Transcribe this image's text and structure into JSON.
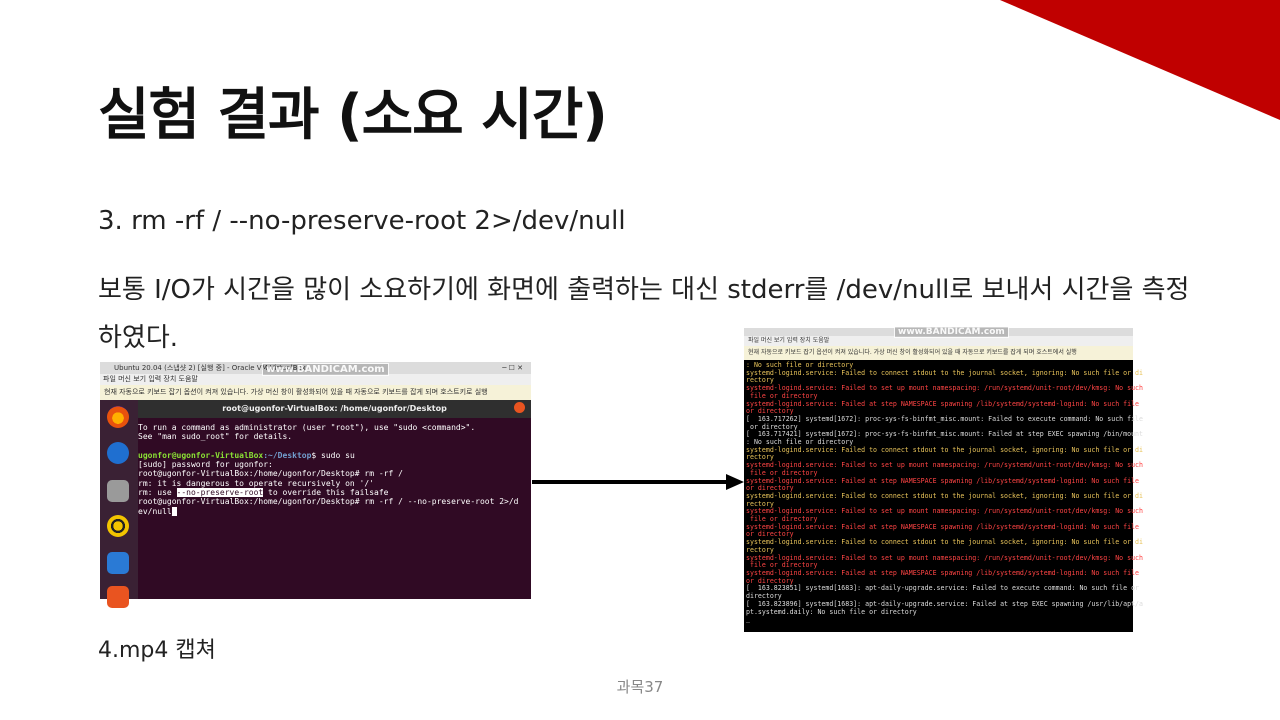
{
  "slide": {
    "title": "실험 결과 (소요 시간)",
    "command_line": "3. rm -rf / --no-preserve-root 2>/dev/null",
    "description": "보통 I/O가 시간을 많이 소요하기에 화면에 출력하는 대신 stderr를 /dev/null로 보내서 시간을 측정하였다.",
    "caption": "4.mp4 캡쳐",
    "footer": "과목37",
    "accent_color": "#c00000"
  },
  "left_screenshot": {
    "window_title": "Ubuntu 20.04 (스냅샷 2) [실행 중] - Oracle VM VirtualBox",
    "watermark": "www.BANDICAM.com",
    "menu": "파일  머신  보기  입력  장치  도움말",
    "notice": "현재 자동으로 키보드 잡기 옵션이 켜져 있습니다. 가상 머신 창이 활성화되어 있을 때 자동으로 키보드를 잡게 되며 호스트키로 실행",
    "terminal_title": "root@ugonfor-VirtualBox: /home/ugonfor/Desktop",
    "lines": {
      "l1": "To run a command as administrator (user \"root\"), use \"sudo <command>\".",
      "l2": "See \"man sudo_root\" for details.",
      "prompt_user": "ugonfor@ugonfor-VirtualBox",
      "prompt_path": ":~/Desktop",
      "prompt_cmd": "$ sudo su",
      "l4": "[sudo] password for ugonfor:",
      "l5": "root@ugonfor-VirtualBox:/home/ugonfor/Desktop# rm -rf /",
      "l6": "rm: it is dangerous to operate recursively on '/'",
      "l7_a": "rm: use ",
      "l7_hl": "--no-preserve-root",
      "l7_b": " to override this failsafe",
      "l8": "root@ugonfor-VirtualBox:/home/ugonfor/Desktop# rm -rf / --no-preserve-root 2>/d",
      "l9": "ev/null"
    }
  },
  "right_screenshot": {
    "watermark": "www.BANDICAM.com",
    "menu": "파일  머신  보기  입력  장치  도움말",
    "notice": "현재 자동으로 키보드 잡기 옵션이 켜져 있습니다. 가상 머신 창이 활성화되어 있을 때 자동으로 키보드를 잡게 되며 호스트에서 실행",
    "log": [
      {
        "c": "y",
        "t": ": No such file or directory"
      },
      {
        "c": "y",
        "t": "systemd-logind.service: Failed to connect stdout to the journal socket, ignoring: No such file or di"
      },
      {
        "c": "y",
        "t": "rectory"
      },
      {
        "c": "r",
        "t": "systemd-logind.service: Failed to set up mount namespacing: /run/systemd/unit-root/dev/kmsg: No such"
      },
      {
        "c": "r",
        "t": " file or directory"
      },
      {
        "c": "r",
        "t": "systemd-logind.service: Failed at step NAMESPACE spawning /lib/systemd/systemd-logind: No such file"
      },
      {
        "c": "r",
        "t": "or directory"
      },
      {
        "c": "w",
        "t": "[  163.717262] systemd[1672]: proc-sys-fs-binfmt_misc.mount: Failed to execute command: No such file"
      },
      {
        "c": "w",
        "t": " or directory"
      },
      {
        "c": "w",
        "t": "[  163.717421] systemd[1672]: proc-sys-fs-binfmt_misc.mount: Failed at step EXEC spawning /bin/mount"
      },
      {
        "c": "w",
        "t": ": No such file or directory"
      },
      {
        "c": "y",
        "t": "systemd-logind.service: Failed to connect stdout to the journal socket, ignoring: No such file or di"
      },
      {
        "c": "y",
        "t": "rectory"
      },
      {
        "c": "r",
        "t": "systemd-logind.service: Failed to set up mount namespacing: /run/systemd/unit-root/dev/kmsg: No such"
      },
      {
        "c": "r",
        "t": " file or directory"
      },
      {
        "c": "r",
        "t": "systemd-logind.service: Failed at step NAMESPACE spawning /lib/systemd/systemd-logind: No such file"
      },
      {
        "c": "r",
        "t": "or directory"
      },
      {
        "c": "y",
        "t": "systemd-logind.service: Failed to connect stdout to the journal socket, ignoring: No such file or di"
      },
      {
        "c": "y",
        "t": "rectory"
      },
      {
        "c": "r",
        "t": "systemd-logind.service: Failed to set up mount namespacing: /run/systemd/unit-root/dev/kmsg: No such"
      },
      {
        "c": "r",
        "t": " file or directory"
      },
      {
        "c": "r",
        "t": "systemd-logind.service: Failed at step NAMESPACE spawning /lib/systemd/systemd-logind: No such file"
      },
      {
        "c": "r",
        "t": "or directory"
      },
      {
        "c": "y",
        "t": "systemd-logind.service: Failed to connect stdout to the journal socket, ignoring: No such file or di"
      },
      {
        "c": "y",
        "t": "rectory"
      },
      {
        "c": "r",
        "t": "systemd-logind.service: Failed to set up mount namespacing: /run/systemd/unit-root/dev/kmsg: No such"
      },
      {
        "c": "r",
        "t": " file or directory"
      },
      {
        "c": "r",
        "t": "systemd-logind.service: Failed at step NAMESPACE spawning /lib/systemd/systemd-logind: No such file"
      },
      {
        "c": "r",
        "t": "or directory"
      },
      {
        "c": "w",
        "t": "[  163.823851] systemd[1683]: apt-daily-upgrade.service: Failed to execute command: No such file or"
      },
      {
        "c": "w",
        "t": "directory"
      },
      {
        "c": "w",
        "t": "[  163.823896] systemd[1683]: apt-daily-upgrade.service: Failed at step EXEC spawning /usr/lib/apt/a"
      },
      {
        "c": "w",
        "t": "pt.systemd.daily: No such file or directory"
      },
      {
        "c": "w",
        "t": "_"
      }
    ]
  }
}
